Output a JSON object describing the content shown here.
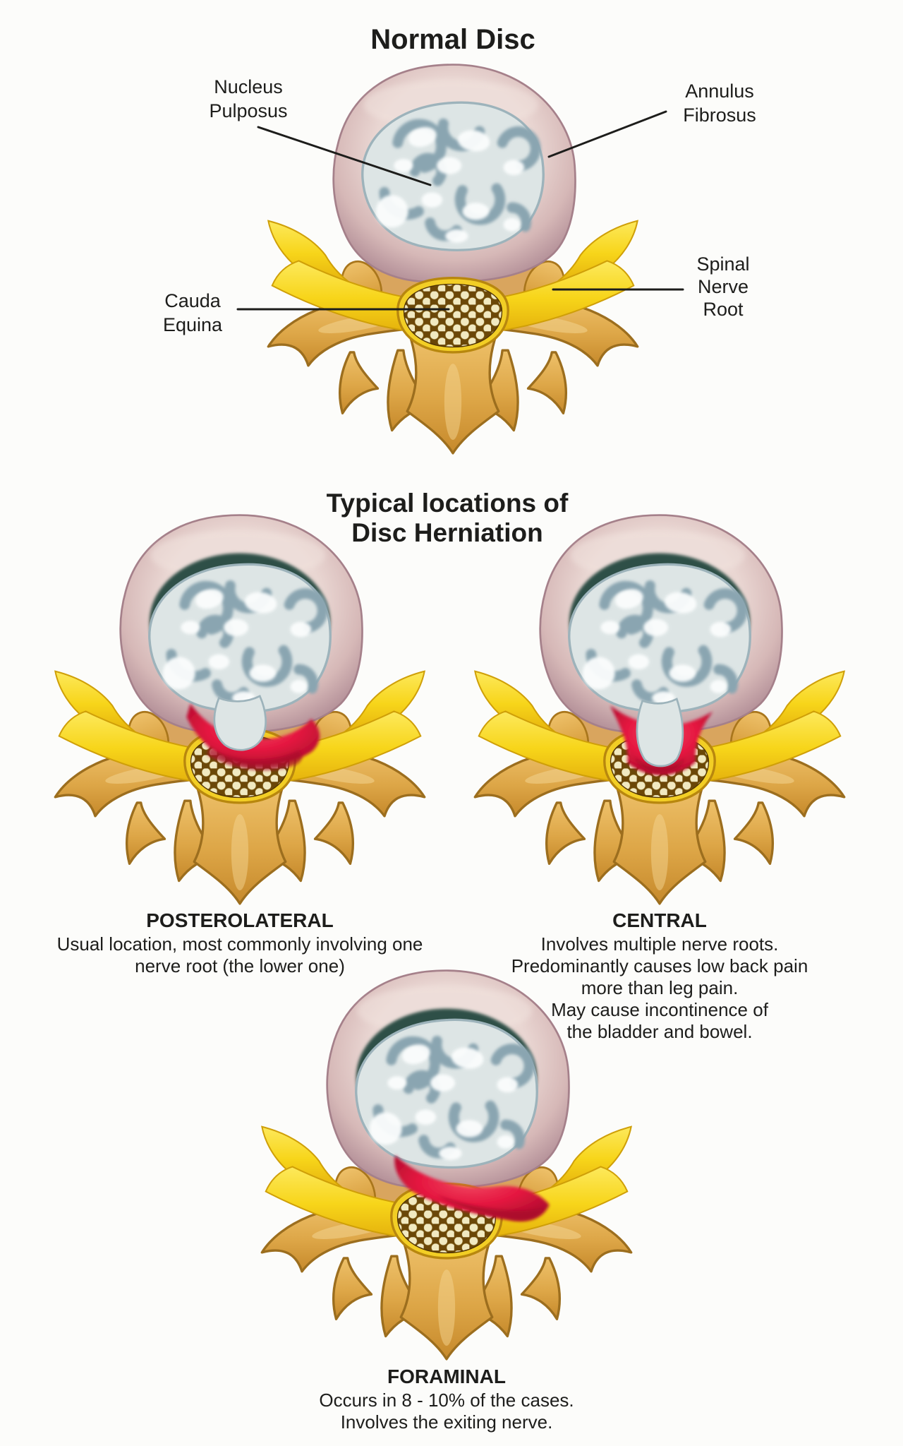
{
  "page": {
    "background_color": "#fcfcfa",
    "text_color": "#1d1d1b"
  },
  "normal_section": {
    "title": "Normal Disc",
    "callouts": {
      "nucleus_pulposus": {
        "line1": "Nucleus",
        "line2": "Pulposus"
      },
      "annulus_fibrosus": {
        "line1": "Annulus",
        "line2": "Fibrosus"
      },
      "cauda_equina": {
        "line1": "Cauda",
        "line2": "Equina"
      },
      "spinal_nerve_root": {
        "line1": "Spinal",
        "line2": "Nerve",
        "line3": "Root"
      }
    }
  },
  "herniation_section": {
    "title": {
      "line1": "Typical locations of",
      "line2": "Disc Herniation"
    },
    "figures": [
      {
        "id": "posterolateral",
        "heading": "POSTEROLATERAL",
        "description": [
          "Usual location, most commonly involving one",
          "nerve root (the lower one)"
        ]
      },
      {
        "id": "central",
        "heading": "CENTRAL",
        "description": [
          "Involves multiple nerve roots.",
          "Predominantly causes low back pain",
          "more than leg pain.",
          "May cause incontinence of",
          "the bladder and bowel."
        ]
      },
      {
        "id": "foraminal",
        "heading": "FORAMINAL",
        "description": [
          "Occurs in 8 - 10% of the cases.",
          "Involves the exiting nerve."
        ]
      }
    ]
  },
  "illustration_colors": {
    "annulus_outer": "#b18d96",
    "annulus_light": "#e9d6d2",
    "nucleus_base": "#dde5e5",
    "nucleus_swirl": "#8aa5b1",
    "herniation_red": "#e51740",
    "compressed_nucleus_teal": "#2e4f46",
    "nerve_yellow": "#f7d51a",
    "bone_gold": "#dda647",
    "cauda_brown": "#6b4708",
    "cauda_dots": "#f1e9c1",
    "callout_line": "#1d1d1b"
  }
}
